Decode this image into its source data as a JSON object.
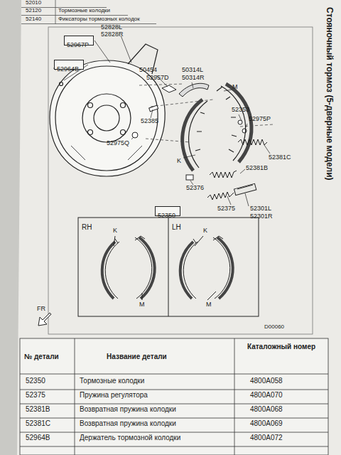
{
  "diagram": {
    "nodes": [
      {
        "text": [
          "52967P"
        ]
      },
      {
        "text": [
          "52964B"
        ]
      },
      {
        "text": [
          "52350"
        ]
      },
      {
        "text": [
          "RH"
        ]
      },
      {
        "text": [
          "LH"
        ]
      }
    ],
    "labels": [
      "52010",
      "52120",
      "Тормозные колодки",
      "52140",
      "Фиксаторы тормозных колодок",
      "Стояночный тормоз (5-дверные модели)",
      "52828L",
      "52828R",
      "50454",
      "52957D",
      "50314L",
      "50314R",
      "52385",
      "M",
      "52353",
      "52975P",
      "52975Q",
      "K",
      "52381C",
      "52381B",
      "52376",
      "52375",
      "52301L",
      "52301R",
      "K",
      "M",
      "K",
      "M",
      "FR",
      "D00060",
      "№ детали",
      "Название детали",
      "Каталожный номер",
      "52350",
      "Тормозные колодки",
      "4800A058",
      "52375",
      "Пружина регулятора",
      "4800A070",
      "52381B",
      "Возвратная пружина колодки",
      "4800A068",
      "52381C",
      "Возвратная пружина колодки",
      "4800A069",
      "52964B",
      "Держатель тормозной колодки",
      "4800A072"
    ]
  }
}
